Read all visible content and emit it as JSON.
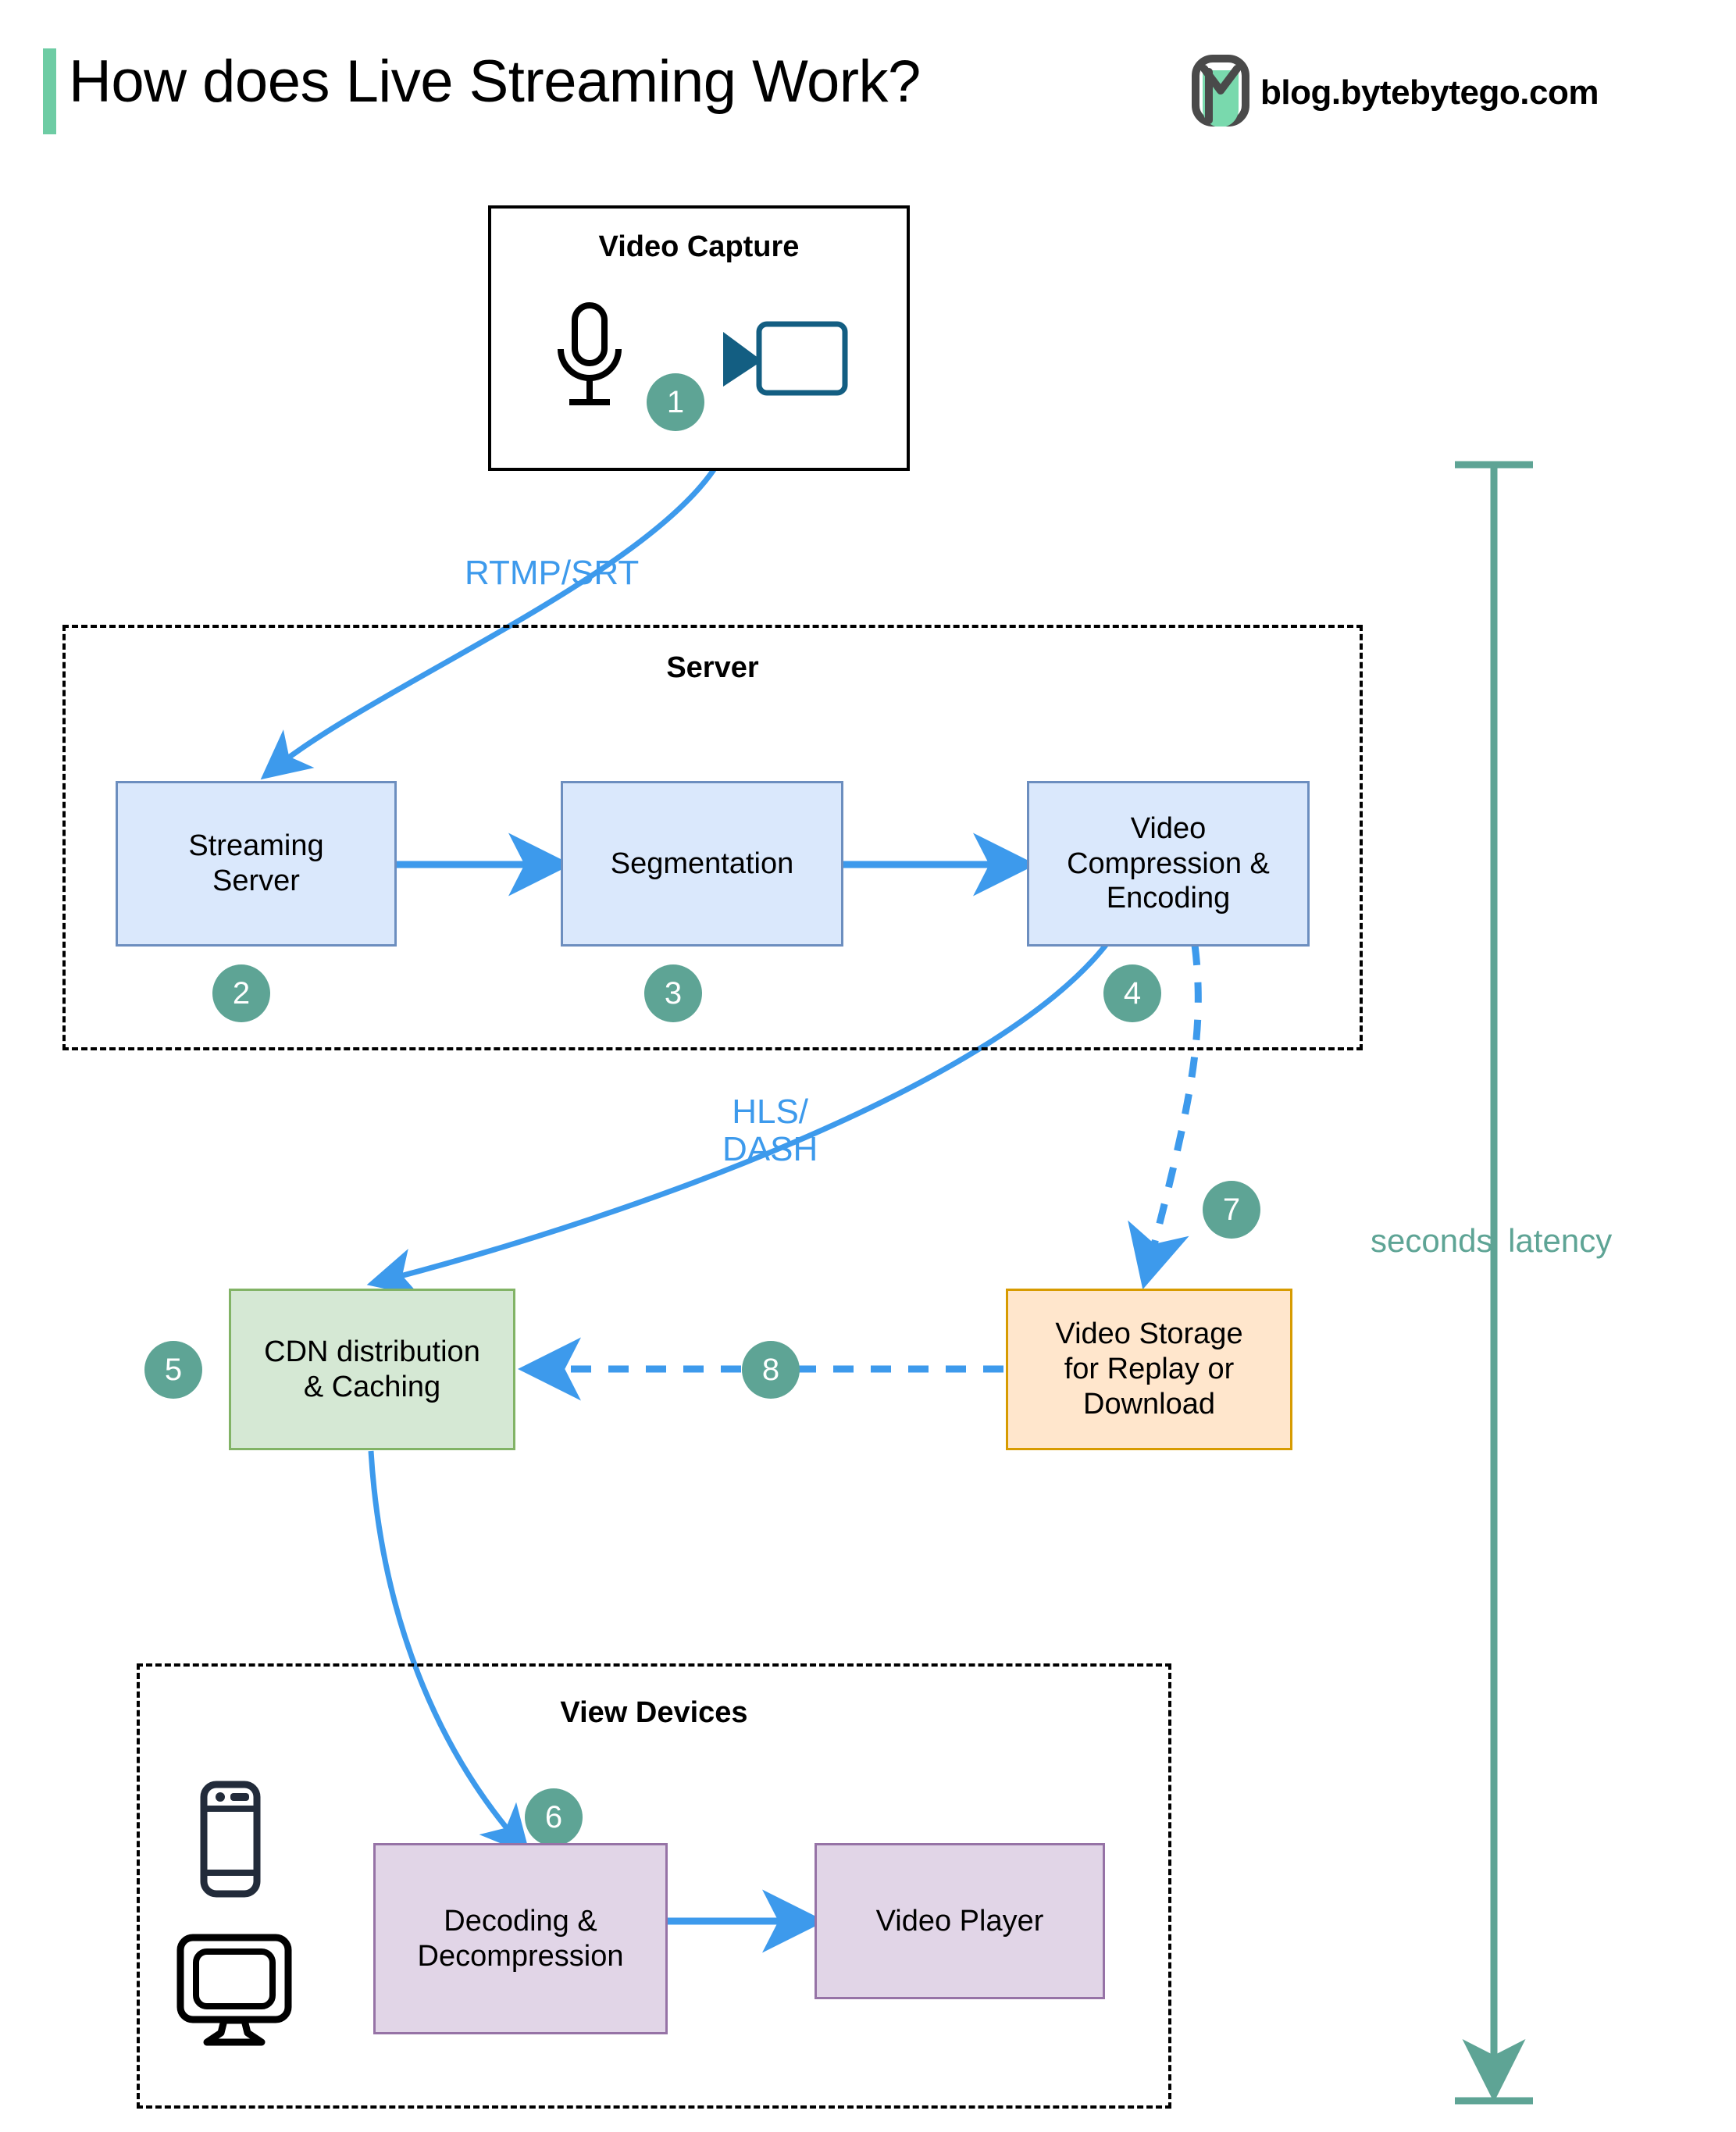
{
  "header": {
    "title": "How does Live Streaming Work?",
    "brand_text": "blog.bytebytego.com",
    "accent_color": "#6ecca4",
    "logo_icon": "bytebytego-logo-icon"
  },
  "groups": {
    "video_capture": {
      "title": "Video Capture"
    },
    "server": {
      "title": "Server"
    },
    "view_devices": {
      "title": "View Devices"
    }
  },
  "nodes": [
    {
      "id": "streaming-server",
      "label": "Streaming\nServer",
      "color": "#dae8fc"
    },
    {
      "id": "segmentation",
      "label": "Segmentation",
      "color": "#dae8fc"
    },
    {
      "id": "video-compression",
      "label": "Video\nCompression &\nEncoding",
      "color": "#dae8fc"
    },
    {
      "id": "cdn-distribution",
      "label": "CDN distribution\n& Caching",
      "color": "#d5e8d4"
    },
    {
      "id": "video-storage",
      "label": "Video Storage\nfor Replay or\nDownload",
      "color": "#ffe6cc"
    },
    {
      "id": "decoding",
      "label": "Decoding &\nDecompression",
      "color": "#e1d5e7"
    },
    {
      "id": "video-player",
      "label": "Video Player",
      "color": "#e1d5e7"
    }
  ],
  "badges": [
    {
      "n": "1"
    },
    {
      "n": "2"
    },
    {
      "n": "3"
    },
    {
      "n": "4"
    },
    {
      "n": "5"
    },
    {
      "n": "6"
    },
    {
      "n": "7"
    },
    {
      "n": "8"
    }
  ],
  "edge_labels": {
    "rtmp_srt": "RTMP/SRT",
    "hls_dash": "HLS/\nDASH"
  },
  "latency": {
    "label": "seconds' latency",
    "color": "#5ea495"
  },
  "icons": {
    "microphone": "microphone-icon",
    "camera": "video-camera-icon",
    "phone": "mobile-phone-icon",
    "monitor": "desktop-monitor-icon"
  },
  "colors": {
    "arrow_blue": "#3d9aec",
    "badge_teal": "#5ea495",
    "blue_fill": "#dae8fc",
    "blue_stroke": "#6c8ebf",
    "green_fill": "#d5e8d4",
    "green_stroke": "#82b366",
    "orange_fill": "#ffe6cc",
    "orange_stroke": "#d79b00",
    "purple_fill": "#e1d5e7",
    "purple_stroke": "#9673a6"
  }
}
